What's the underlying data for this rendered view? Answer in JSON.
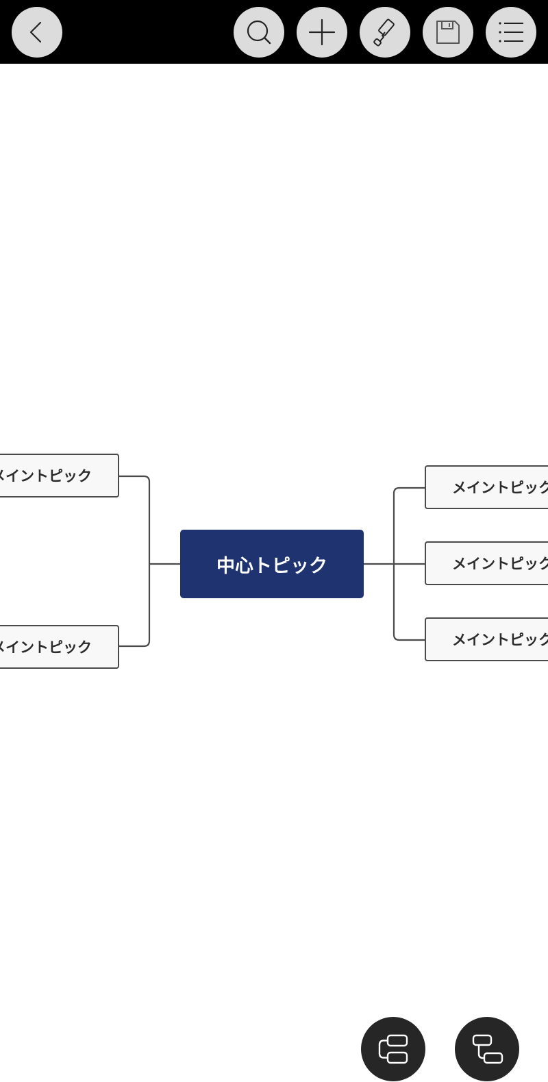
{
  "toolbar": {
    "buttons": [
      {
        "name": "back-icon"
      },
      {
        "name": "search-icon"
      },
      {
        "name": "plus-icon"
      },
      {
        "name": "paint-roller-icon"
      },
      {
        "name": "save-icon"
      },
      {
        "name": "list-icon"
      }
    ]
  },
  "mindmap": {
    "central_topic": "中心トピック",
    "left_topics": [
      "メイントピック",
      "メイントピック"
    ],
    "right_topics": [
      "メイントピック",
      "メイントピック",
      "メイントピック"
    ]
  },
  "fabs": [
    {
      "name": "add-sibling-topic-icon"
    },
    {
      "name": "add-subtopic-icon"
    }
  ],
  "colors": {
    "toolbar_bg": "#000000",
    "toolbar_button_bg": "#dcdcdc",
    "central_topic_bg": "#1e3370",
    "topic_border": "#4a4a4a",
    "fab_bg": "#262626"
  }
}
